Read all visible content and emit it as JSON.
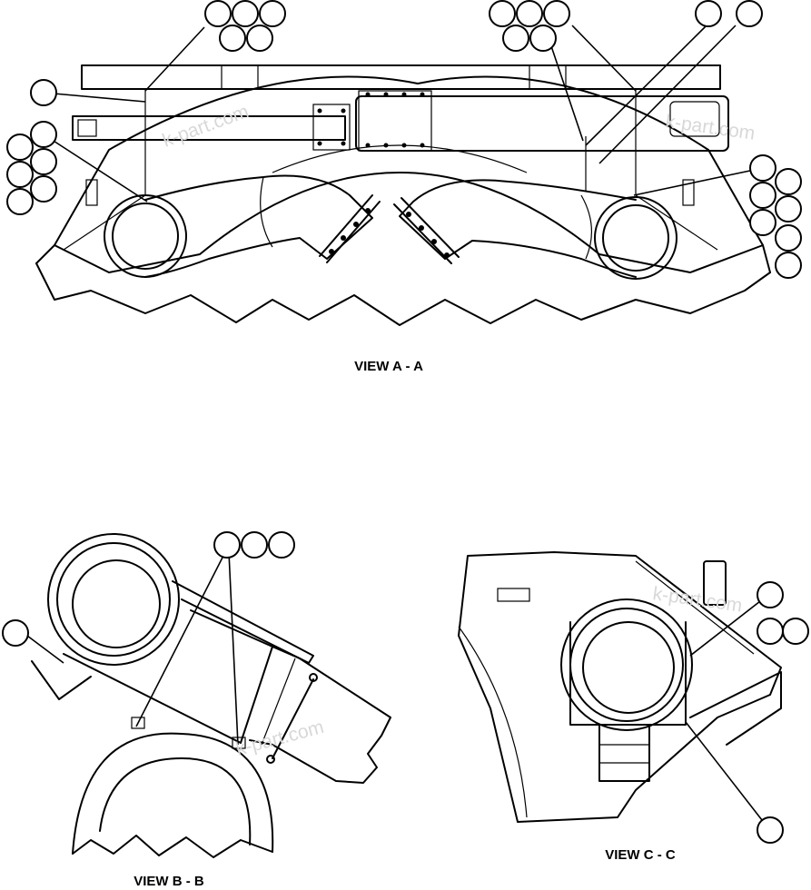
{
  "views": {
    "a": {
      "title": "VIEW A - A"
    },
    "b": {
      "title": "VIEW B - B"
    },
    "c": {
      "title": "VIEW C - C"
    }
  },
  "watermark": "k-part.com",
  "callout_count": {
    "view_a": 26,
    "view_b": 4,
    "view_c": 4
  }
}
